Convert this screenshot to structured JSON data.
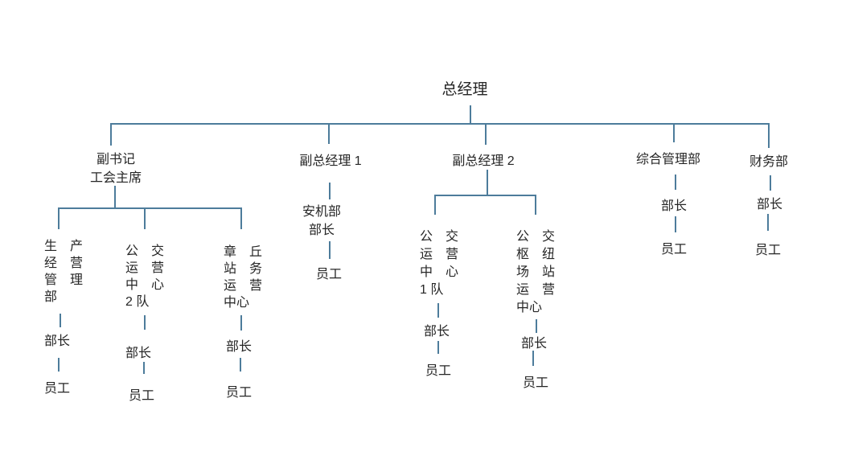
{
  "theme": {
    "connector_color": "#4d7c9b",
    "text_color": "#262626",
    "background": "#ffffff"
  },
  "org": {
    "root": "总经理",
    "deputy_secretary": {
      "lines": [
        "副书记",
        "工会主席"
      ]
    },
    "deputy_gm_1": {
      "name": "副总经理 1"
    },
    "deputy_gm_2": {
      "name": "副总经理 2"
    },
    "general_management_dept": {
      "name": "综合管理部",
      "manager": "部长",
      "staff": "员工"
    },
    "finance_dept": {
      "name": "财务部",
      "manager": "部长",
      "staff": "员工"
    },
    "production_management_dept": {
      "name_lines": [
        "生　产",
        "经　营",
        "管　理",
        "部"
      ],
      "manager": "部长",
      "staff": "员工"
    },
    "bus_operation_center_team2": {
      "name_lines": [
        "公　交",
        "运　营",
        "中　心",
        "2 队"
      ],
      "manager": "部长",
      "staff": "员工"
    },
    "zhangqiu_station_operation_center": {
      "name_lines": [
        "章　丘",
        "站　务",
        "运　营",
        "中心"
      ],
      "manager": "部长",
      "staff": "员工"
    },
    "safety_machinery_dept": {
      "name_lines": [
        "安机部",
        "部长"
      ],
      "staff": "员工"
    },
    "bus_operation_center_team1": {
      "name_lines": [
        "公　交",
        "运　营",
        "中　心",
        "1 队"
      ],
      "manager": "部长",
      "staff": "员工"
    },
    "bus_hub_station_operation_center": {
      "name_lines": [
        "公　交",
        "枢　纽",
        "场　站",
        "运　营",
        "中心"
      ],
      "manager": "部长",
      "staff": "员工"
    }
  }
}
